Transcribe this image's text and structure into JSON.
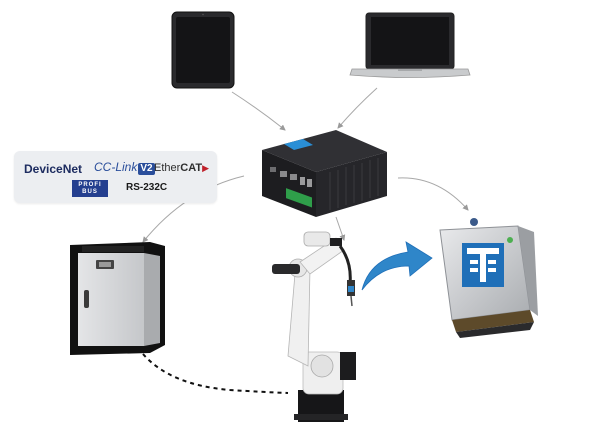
{
  "protocols": {
    "devicenet_a": "Device",
    "devicenet_b": "Net",
    "cclink": "CC-Link",
    "cclink_ver": "V2",
    "ethercat_a": "Ether",
    "ethercat_b": "CAT",
    "profibus": "PROFI BUS",
    "rs232": "RS-232C"
  },
  "colors": {
    "device_dark": "#1f1f22",
    "screen": "#2b2b2e",
    "cabinet_gray": "#d7d9db",
    "robot_white": "#f1f1f1",
    "sensor_blue": "#1f6fb8",
    "arrow_blue": "#2f86c9",
    "terminal_green": "#2f9e4a"
  },
  "icons": {
    "tablet": "tablet-icon",
    "laptop": "laptop-icon",
    "controller": "industrial-pc-icon",
    "cabinet": "robot-controller-cabinet-icon",
    "robot": "industrial-robot-arm-icon",
    "sensor": "laser-sensor-icon"
  }
}
